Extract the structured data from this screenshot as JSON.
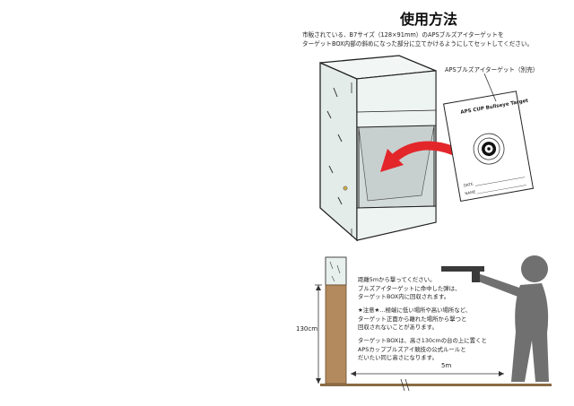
{
  "title": "使用方法",
  "intro": {
    "line1": "市販されている、B7サイズ（128×91mm）のAPSブルズアイターゲットを",
    "line2": "ターゲットBOX内部の斜めになった部分に立てかけるようにしてセットしてください。"
  },
  "target_callout": "APSブルズアイターゲット（別売）",
  "target_card": {
    "header": "APS CUP Bullseye Target",
    "date_label": "DATE",
    "name_label": "NAME"
  },
  "instructions": {
    "p1": [
      "距離5mから撃ってください。",
      "ブルズアイターゲットに命中した弾は、",
      "ターゲットBOX内に回収されます。"
    ],
    "p2": [
      "★注意★…極端に低い場所や高い場所など、",
      "ターゲット正面から離れた場所から撃つと",
      "回収されないことがあります。"
    ],
    "p3": [
      "ターゲットBOXは、高さ130cmの台の上に置くと",
      "APSカップブルズアイ競技の公式ルールと",
      "だいたい同じ高さになります。"
    ]
  },
  "dimensions": {
    "height_label": "130cm",
    "distance_label": "5m"
  },
  "colors": {
    "arrow_red": "#e3262a",
    "box_face": "#eef4f2",
    "box_inner": "#d3dbda",
    "stand_wood": "#b38a5d",
    "silhouette": "#707070",
    "floor": "#8a6b45"
  }
}
